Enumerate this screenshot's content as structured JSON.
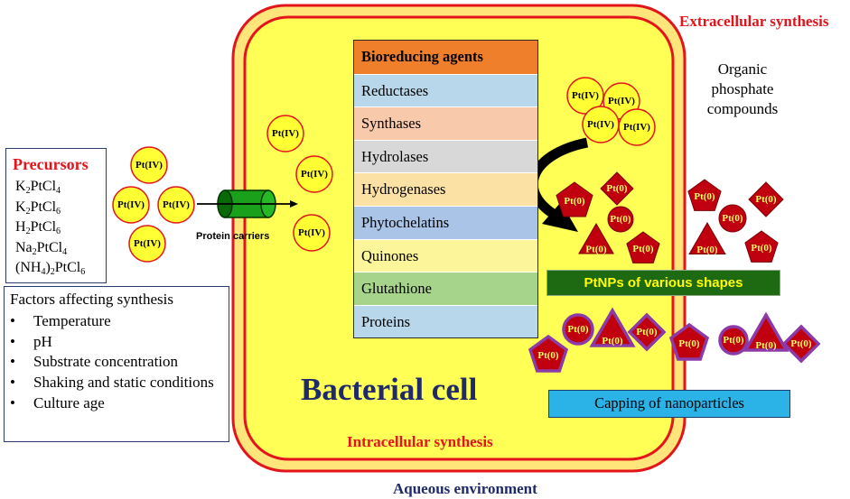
{
  "labels": {
    "extracellular": "Extracellular synthesis",
    "intracellular": "Intracellular synthesis",
    "aqueous": "Aqueous environment",
    "bacterial_cell": "Bacterial cell",
    "organic_phosphate": "Organic phosphate compounds",
    "protein_carriers": "Protein carriers",
    "ptnps_shapes": "PtNPs of various shapes",
    "capping": "Capping of nanoparticles"
  },
  "precursors": {
    "title": "Precursors",
    "items": [
      {
        "a": "K",
        "s1": "2",
        "b": "PtCl",
        "s2": "4",
        "pre": "",
        "pre_s": ""
      },
      {
        "a": "K",
        "s1": "2",
        "b": "PtCl",
        "s2": "6",
        "pre": "",
        "pre_s": ""
      },
      {
        "a": "H",
        "s1": "2",
        "b": "PtCl",
        "s2": "6",
        "pre": "",
        "pre_s": ""
      },
      {
        "a": "Na",
        "s1": "2",
        "b": "PtCl",
        "s2": "4",
        "pre": "",
        "pre_s": ""
      },
      {
        "a": "(NH",
        "s1": "4",
        "b": ")",
        "s2": "2",
        "c": "PtCl",
        "s3": "6"
      }
    ]
  },
  "factors": {
    "title": "Factors affecting synthesis",
    "items": [
      "Temperature",
      "pH",
      "Substrate concentration",
      "Shaking and static conditions",
      "Culture age"
    ]
  },
  "bioreducing": {
    "title": "Bioreducing agents",
    "title_color": "#f07f2c",
    "rows": [
      {
        "label": "Reductases",
        "color": "#b9d7ea"
      },
      {
        "label": "Synthases",
        "color": "#f8c9aa"
      },
      {
        "label": "Hydrolases",
        "color": "#d8d8d8"
      },
      {
        "label": "Hydrogenases",
        "color": "#fbe2a4"
      },
      {
        "label": "Phytochelatins",
        "color": "#a9c4e6"
      },
      {
        "label": "Quinones",
        "color": "#fdf59a"
      },
      {
        "label": "Glutathione",
        "color": "#a6d48b"
      },
      {
        "label": "Proteins",
        "color": "#b9d7ea"
      }
    ]
  },
  "species": {
    "ion": "Pt(IV)",
    "nanoparticle": "Pt(0)"
  },
  "colors": {
    "cell_fill": "#ffff55",
    "cell_outer": "#ffe16b",
    "cell_border": "#e3141b",
    "ion_fill": "#ffff33",
    "ion_border": "#e3141b",
    "np_fill": "#c0000f",
    "np_text": "#ffff66",
    "cap_border": "#8b3aa8"
  }
}
